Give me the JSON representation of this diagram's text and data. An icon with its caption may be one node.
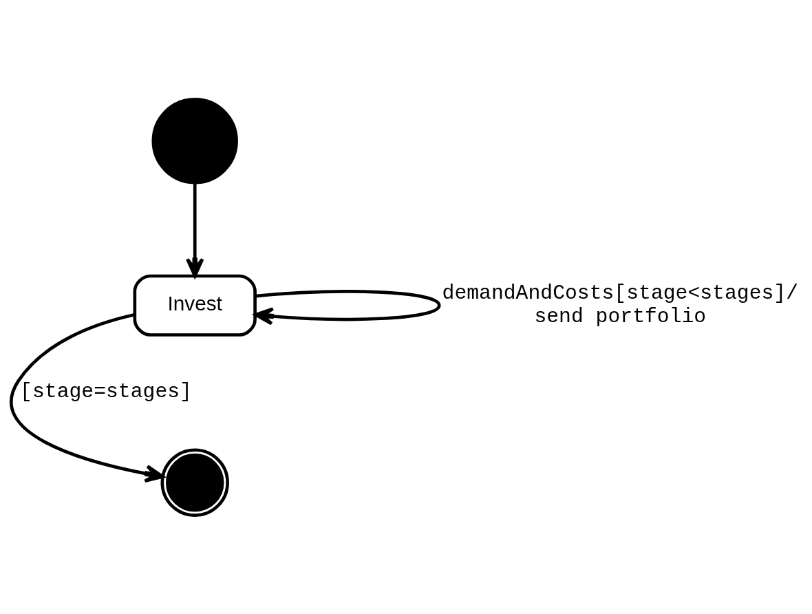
{
  "diagram": {
    "nodes": [
      {
        "text": [],
        "shape": "circle"
      },
      {
        "text": [
          "Invest"
        ]
      },
      {
        "text": [],
        "shape": "circle"
      }
    ],
    "edges": [
      {
        "from": 0,
        "to": 1,
        "arrow": "to"
      },
      {
        "from": 1,
        "to": 2,
        "arrow": "to",
        "label": "[stage=stages]"
      },
      {
        "from": 1,
        "to": 1,
        "arrow": "to",
        "label": "demandAndCosts[stage<stages]/ send portfolio"
      }
    ]
  }
}
